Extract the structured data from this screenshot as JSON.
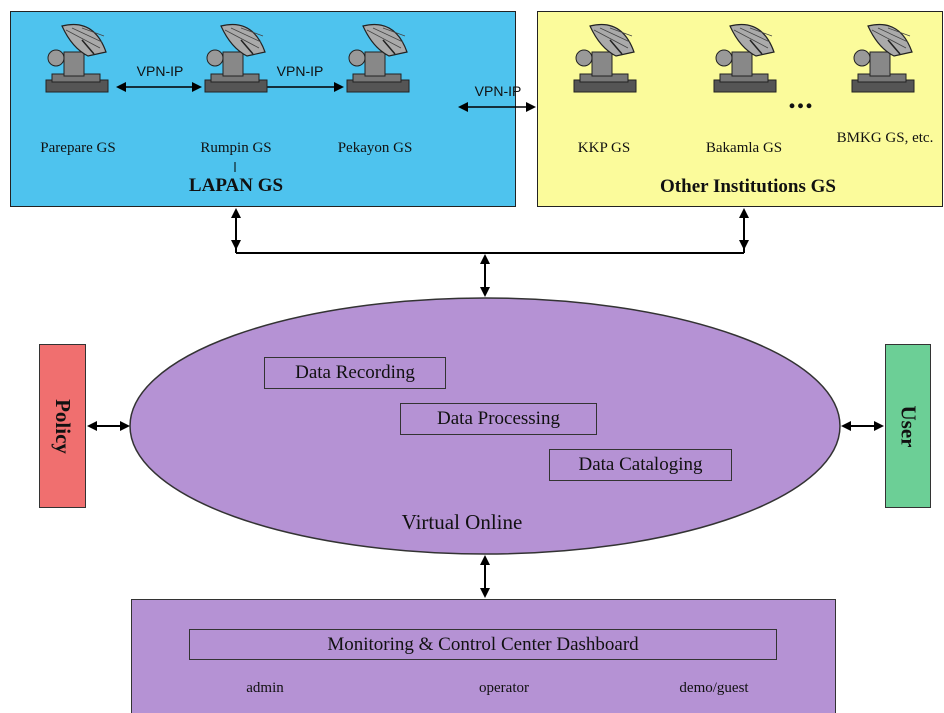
{
  "lapan": {
    "title": "LAPAN GS",
    "stations": [
      "Parepare GS",
      "Rumpin GS",
      "Pekayon GS"
    ],
    "vpn_links": [
      "VPN-IP",
      "VPN-IP"
    ]
  },
  "other": {
    "title": "Other Institutions GS",
    "stations": [
      "KKP GS",
      "Bakamla GS",
      "BMKG GS, etc."
    ],
    "ellipsis": "..."
  },
  "inter_vpn": "VPN-IP",
  "virtual": {
    "label": "Virtual Online",
    "functions": [
      "Data Recording",
      "Data Processing",
      "Data Cataloging"
    ]
  },
  "policy": "Policy",
  "user": "User",
  "monitoring": {
    "dashboard": "Monitoring & Control Center Dashboard",
    "roles": [
      "admin",
      "operator",
      "demo/guest"
    ]
  },
  "colors": {
    "lapan_bg": "#4ec3ee",
    "other_bg": "#fbfb9b",
    "virtual_bg": "#b592d4",
    "policy_bg": "#f06f6f",
    "user_bg": "#6ccf96"
  },
  "icons": [
    "satellite-dish-icon"
  ]
}
